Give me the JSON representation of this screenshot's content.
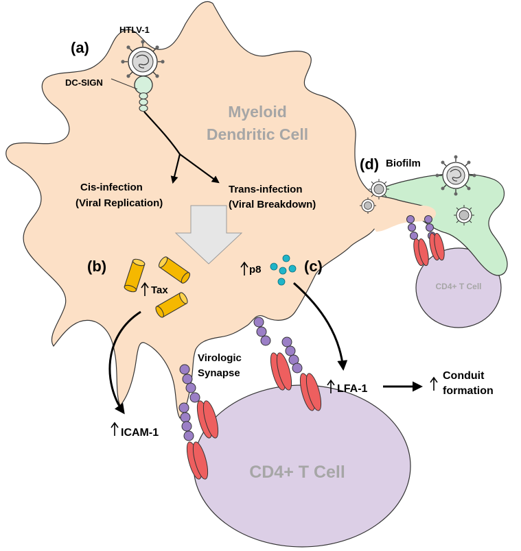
{
  "virus": "HTLV-1",
  "receptor": "DC-SIGN",
  "cell_types": {
    "dendritic_line1": "Myeloid",
    "dendritic_line2": "Dendritic Cell",
    "t_cell_main": "CD4+ T Cell",
    "t_cell_small": "CD4+ T Cell"
  },
  "panels": {
    "a": "(a)",
    "b": "(b)",
    "c": "(c)",
    "d": "(d)"
  },
  "pathways": {
    "cis_line1": "Cis-infection",
    "cis_line2": "(Viral Replication)",
    "trans_line1": "Trans-infection",
    "trans_line2": "(Viral Breakdown)"
  },
  "factors": {
    "tax": "Tax",
    "p8": "p8",
    "icam": "ICAM-1",
    "lfa": "LFA-1",
    "conduit_line1": "Conduit",
    "conduit_line2": "formation",
    "synapse_line1": "Virologic",
    "synapse_line2": "Synapse",
    "biofilm": "Biofilm"
  },
  "colors": {
    "dendritic_cell": "#fce0c6",
    "t_cell": "#dccfe6",
    "biofilm": "#cbeecf",
    "tax_cylinder": "#f5b800",
    "p8_dot": "#1fb5c9",
    "icam_ellipse": "#ee5f5f",
    "lfa_bead": "#9b7fc6",
    "receptor": "#d5f0dc",
    "grey_arrow": "#e6e6e6",
    "label_grey": "#a6a6a6"
  }
}
